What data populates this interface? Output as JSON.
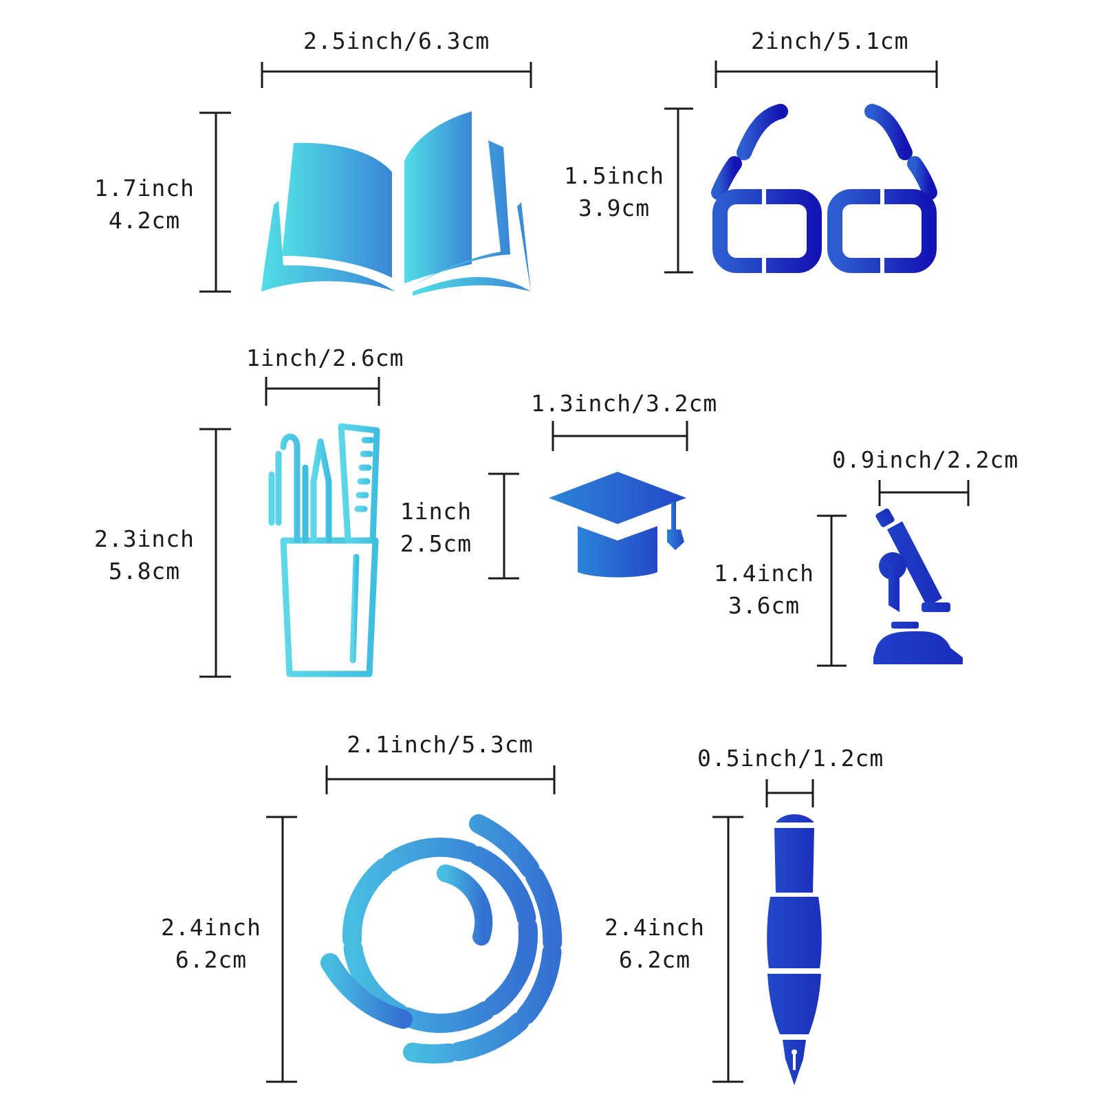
{
  "colors": {
    "light": "#4fdce6",
    "mid": "#3a8ed8",
    "dark": "#1414b4",
    "line": "#1a1a1a",
    "background": "#ffffff"
  },
  "items": [
    {
      "id": "book",
      "icon": "open-book-icon",
      "width_label": "2.5inch/6.3cm",
      "height_label": [
        "1.7inch",
        "4.2cm"
      ]
    },
    {
      "id": "glasses",
      "icon": "glasses-icon",
      "width_label": "2inch/5.1cm",
      "height_label": [
        "1.5inch",
        "3.9cm"
      ]
    },
    {
      "id": "pencil-cup",
      "icon": "pencil-cup-icon",
      "width_label": "1inch/2.6cm",
      "height_label": [
        "2.3inch",
        "5.8cm"
      ]
    },
    {
      "id": "grad-cap",
      "icon": "graduation-cap-icon",
      "width_label": "1.3inch/3.2cm",
      "height_label": [
        "1inch",
        "2.5cm"
      ]
    },
    {
      "id": "microscope",
      "icon": "microscope-icon",
      "width_label": "0.9inch/2.2cm",
      "height_label": [
        "1.4inch",
        "3.6cm"
      ]
    },
    {
      "id": "globe",
      "icon": "globe-icon",
      "width_label": "2.1inch/5.3cm",
      "height_label": [
        "2.4inch",
        "6.2cm"
      ]
    },
    {
      "id": "pen",
      "icon": "fountain-pen-icon",
      "width_label": "0.5inch/1.2cm",
      "height_label": [
        "2.4inch",
        "6.2cm"
      ]
    }
  ]
}
